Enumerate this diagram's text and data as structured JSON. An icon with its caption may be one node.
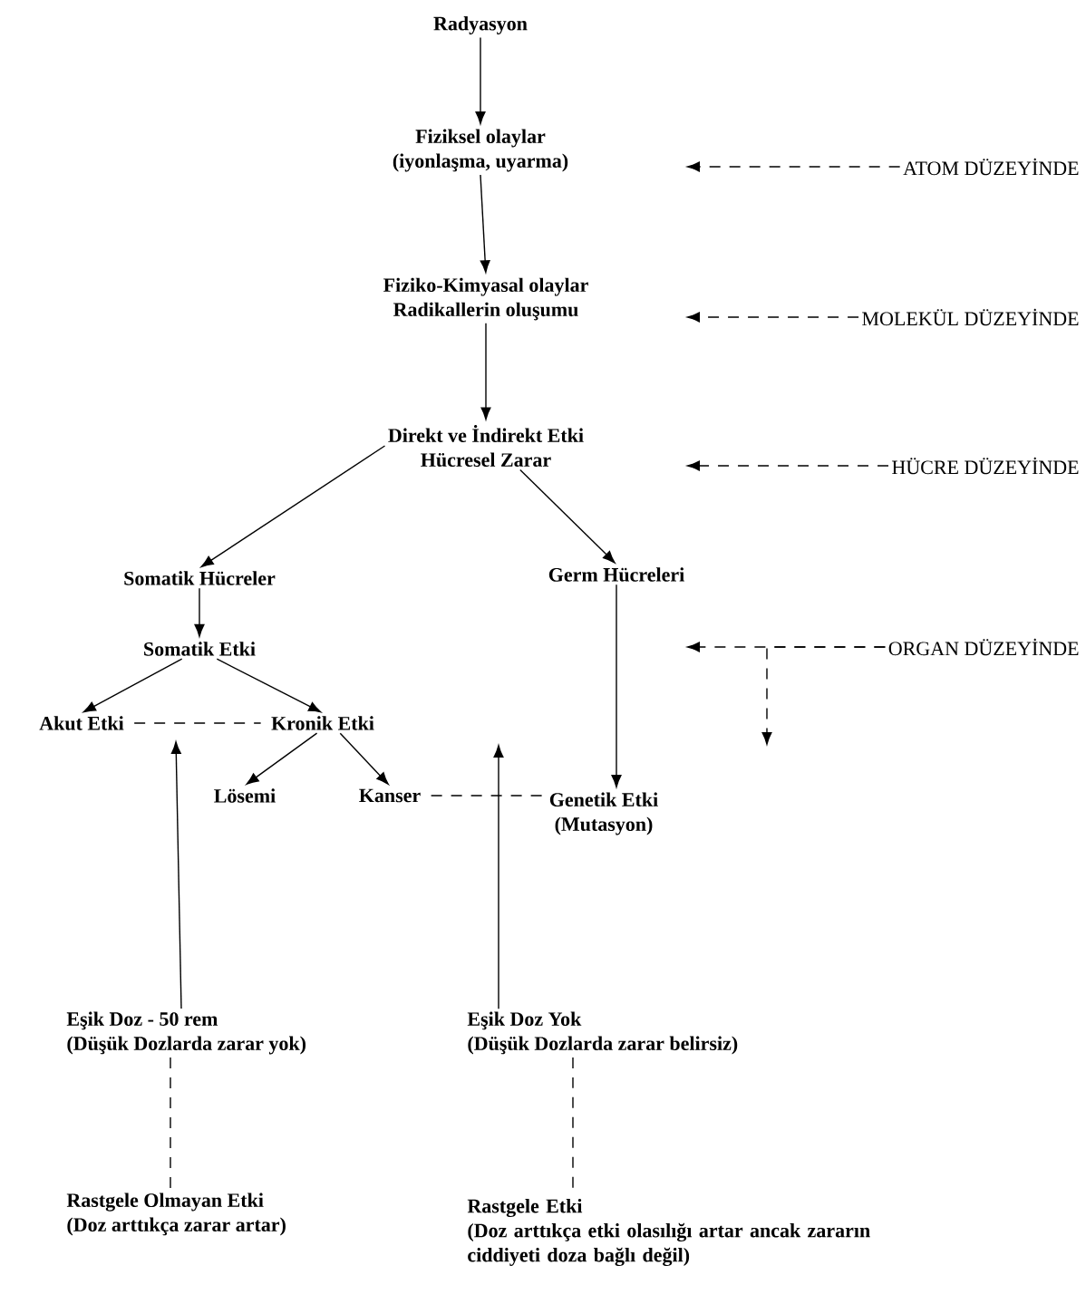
{
  "diagram": {
    "nodes": [
      {
        "text": [
          "Radyasyon"
        ]
      },
      {
        "text": [
          "Fiziksel olaylar",
          "(iyonlaşma, uyarma)"
        ]
      },
      {
        "text": [
          "Fiziko-Kimyasal olaylar",
          "Radikallerin oluşumu"
        ]
      },
      {
        "text": [
          "Direkt ve İndirekt Etki",
          "Hücresel Zarar"
        ]
      },
      {
        "text": [
          "Somatik Hücreler"
        ]
      },
      {
        "text": [
          "Germ Hücreleri"
        ]
      },
      {
        "text": [
          "Somatik Etki"
        ]
      },
      {
        "text": [
          "Akut Etki"
        ]
      },
      {
        "text": [
          "Kronik Etki"
        ]
      },
      {
        "text": [
          "Lösemi"
        ]
      },
      {
        "text": [
          "Kanser"
        ]
      },
      {
        "text": [
          "Genetik Etki",
          "(Mutasyon)"
        ]
      },
      {
        "text": [
          "Eşik Doz - 50 rem",
          "(Düşük Dozlarda zarar yok)"
        ]
      },
      {
        "text": [
          "Eşik Doz Yok",
          "(Düşük Dozlarda zarar belirsiz)"
        ]
      },
      {
        "text": [
          "Rastgele Olmayan Etki",
          "(Doz arttıkça zarar artar)"
        ]
      },
      {
        "text": [
          "Rastgele Etki",
          "(Doz arttıkça etki olasılığı artar ancak zararın ciddiyeti doza bağlı değil)"
        ]
      },
      {
        "text": [
          "ATOM DÜZEYİNDE"
        ]
      },
      {
        "text": [
          "MOLEKÜL DÜZEYİNDE"
        ]
      },
      {
        "text": [
          "HÜCRE DÜZEYİNDE"
        ]
      },
      {
        "text": [
          "ORGAN DÜZEYİNDE"
        ]
      }
    ],
    "edges": [
      {
        "from": 0,
        "to": 1,
        "arrow": "to"
      },
      {
        "from": 1,
        "to": 2,
        "arrow": "to"
      },
      {
        "from": 2,
        "to": 3,
        "arrow": "to"
      },
      {
        "from": 3,
        "to": 4,
        "arrow": "to"
      },
      {
        "from": 3,
        "to": 5,
        "arrow": "to"
      },
      {
        "from": 4,
        "to": 6,
        "arrow": "to"
      },
      {
        "from": 6,
        "to": 7,
        "arrow": "to"
      },
      {
        "from": 6,
        "to": 8,
        "arrow": "to"
      },
      {
        "from": 7,
        "to": 8,
        "arrow": "none",
        "style": "dashed"
      },
      {
        "from": 8,
        "to": 9,
        "arrow": "to"
      },
      {
        "from": 8,
        "to": 10,
        "arrow": "to"
      },
      {
        "from": 10,
        "to": 11,
        "arrow": "none",
        "style": "dashed"
      },
      {
        "from": 5,
        "to": 11,
        "arrow": "to"
      },
      {
        "from": 12,
        "to": null,
        "arrow": "to"
      },
      {
        "from": 13,
        "to": null,
        "arrow": "to"
      },
      {
        "from": 12,
        "to": 14,
        "arrow": "none",
        "style": "dashed"
      },
      {
        "from": 13,
        "to": 15,
        "arrow": "none",
        "style": "dashed"
      },
      {
        "from": 16,
        "to": null,
        "arrow": "to",
        "style": "dashed"
      },
      {
        "from": 17,
        "to": null,
        "arrow": "to",
        "style": "dashed"
      },
      {
        "from": 18,
        "to": null,
        "arrow": "to",
        "style": "dashed"
      },
      {
        "from": 19,
        "to": null,
        "arrow": "to",
        "style": "dashed"
      },
      {
        "from": 19,
        "to": null,
        "arrow": "to",
        "style": "dashed"
      }
    ]
  }
}
